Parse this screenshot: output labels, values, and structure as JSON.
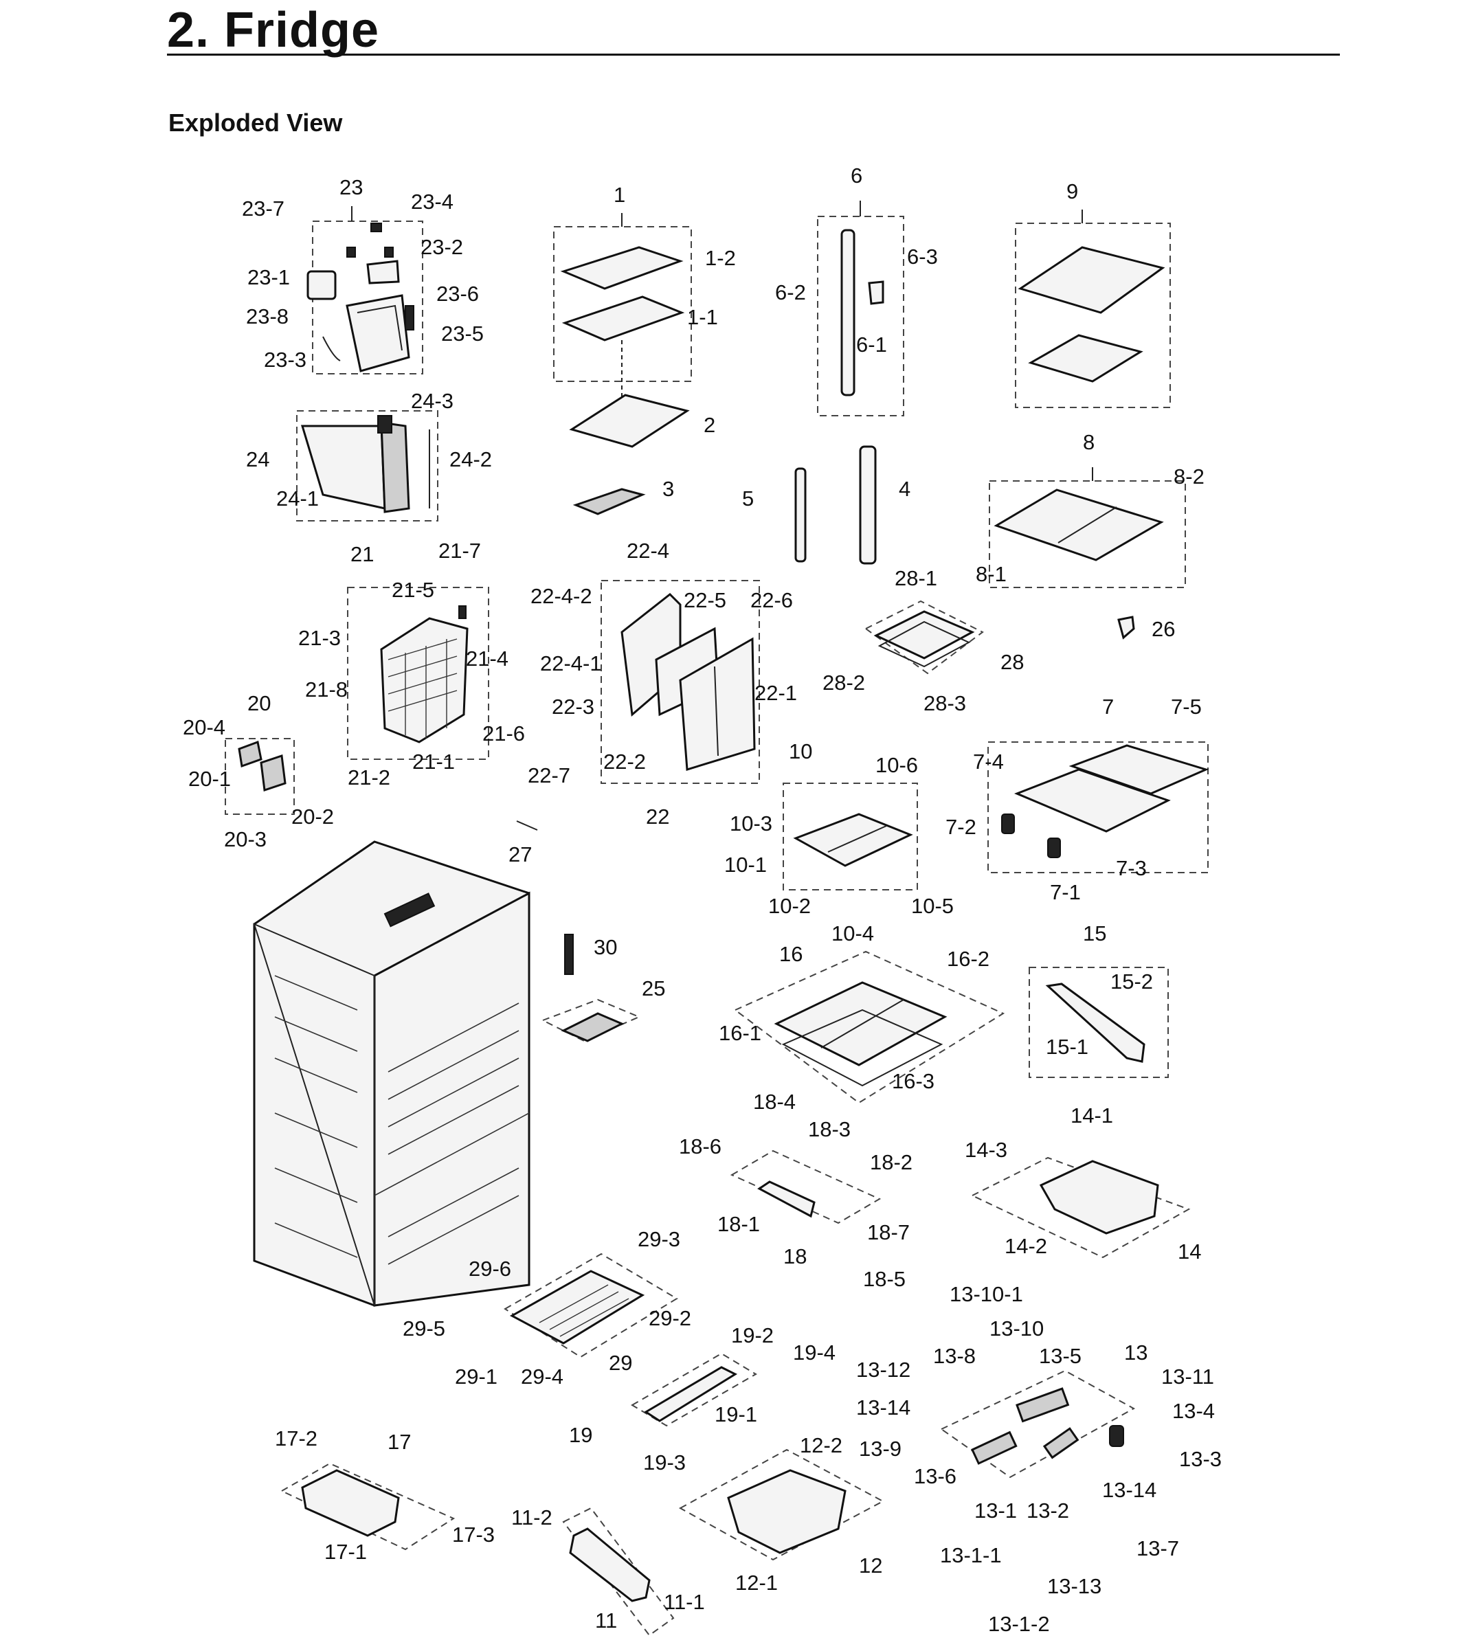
{
  "header": {
    "title": "2.  Fridge",
    "subtitle": "Exploded View"
  },
  "labels": {
    "l23": "23",
    "l23_7": "23-7",
    "l23_4": "23-4",
    "l23_2": "23-2",
    "l23_1": "23-1",
    "l23_6": "23-6",
    "l23_8": "23-8",
    "l23_5": "23-5",
    "l23_3": "23-3",
    "l24_3": "24-3",
    "l24": "24",
    "l24_2": "24-2",
    "l24_1": "24-1",
    "l1": "1",
    "l1_2": "1-2",
    "l1_1": "1-1",
    "l2": "2",
    "l3": "3",
    "l6": "6",
    "l6_3": "6-3",
    "l6_2": "6-2",
    "l6_1": "6-1",
    "l5": "5",
    "l4": "4",
    "l9": "9",
    "l8": "8",
    "l8_2": "8-2",
    "l8_1": "8-1",
    "l21": "21",
    "l21_7": "21-7",
    "l21_5": "21-5",
    "l21_3": "21-3",
    "l21_4": "21-4",
    "l21_8": "21-8",
    "l21_6": "21-6",
    "l21_2": "21-2",
    "l21_1": "21-1",
    "l22_4": "22-4",
    "l22_4_2": "22-4-2",
    "l22_5": "22-5",
    "l22_6": "22-6",
    "l22_4_1": "22-4-1",
    "l22_1": "22-1",
    "l22_3": "22-3",
    "l22_2": "22-2",
    "l22_7": "22-7",
    "l22": "22",
    "l28_1": "28-1",
    "l28": "28",
    "l28_2": "28-2",
    "l28_3": "28-3",
    "l26": "26",
    "l20": "20",
    "l20_4": "20-4",
    "l20_1": "20-1",
    "l20_2": "20-2",
    "l20_3": "20-3",
    "l27": "27",
    "l30": "30",
    "l25": "25",
    "l10": "10",
    "l10_6": "10-6",
    "l10_3": "10-3",
    "l10_1": "10-1",
    "l10_2": "10-2",
    "l10_4": "10-4",
    "l10_5": "10-5",
    "l7": "7",
    "l7_5": "7-5",
    "l7_4": "7-4",
    "l7_2": "7-2",
    "l7_3": "7-3",
    "l7_1": "7-1",
    "l16": "16",
    "l16_2": "16-2",
    "l16_1": "16-1",
    "l16_3": "16-3",
    "l15": "15",
    "l15_2": "15-2",
    "l15_1": "15-1",
    "l18_4": "18-4",
    "l18_3": "18-3",
    "l18_6": "18-6",
    "l18_2": "18-2",
    "l18_1": "18-1",
    "l18_7": "18-7",
    "l18": "18",
    "l18_5": "18-5",
    "l14_1": "14-1",
    "l14_3": "14-3",
    "l14_2": "14-2",
    "l14": "14",
    "l29_3": "29-3",
    "l29_6": "29-6",
    "l29_2": "29-2",
    "l29_5": "29-5",
    "l29": "29",
    "l29_1": "29-1",
    "l29_4": "29-4",
    "l19_2": "19-2",
    "l19_4": "19-4",
    "l19_1": "19-1",
    "l19": "19",
    "l19_3": "19-3",
    "l13_10_1": "13-10-1",
    "l13_10": "13-10",
    "l13_5": "13-5",
    "l13": "13",
    "l13_12": "13-12",
    "l13_8": "13-8",
    "l13_11": "13-11",
    "l13_14a": "13-14",
    "l13_4": "13-4",
    "l13_9": "13-9",
    "l13_3": "13-3",
    "l13_6": "13-6",
    "l13_14b": "13-14",
    "l13_1": "13-1",
    "l13_2": "13-2",
    "l13_7": "13-7",
    "l13_1_1": "13-1-1",
    "l13_13": "13-13",
    "l13_1_2": "13-1-2",
    "l17_2": "17-2",
    "l17": "17",
    "l17_1": "17-1",
    "l17_3": "17-3",
    "l12_2": "12-2",
    "l12": "12",
    "l12_1": "12-1",
    "l11_2": "11-2",
    "l11_1": "11-1",
    "l11": "11"
  }
}
